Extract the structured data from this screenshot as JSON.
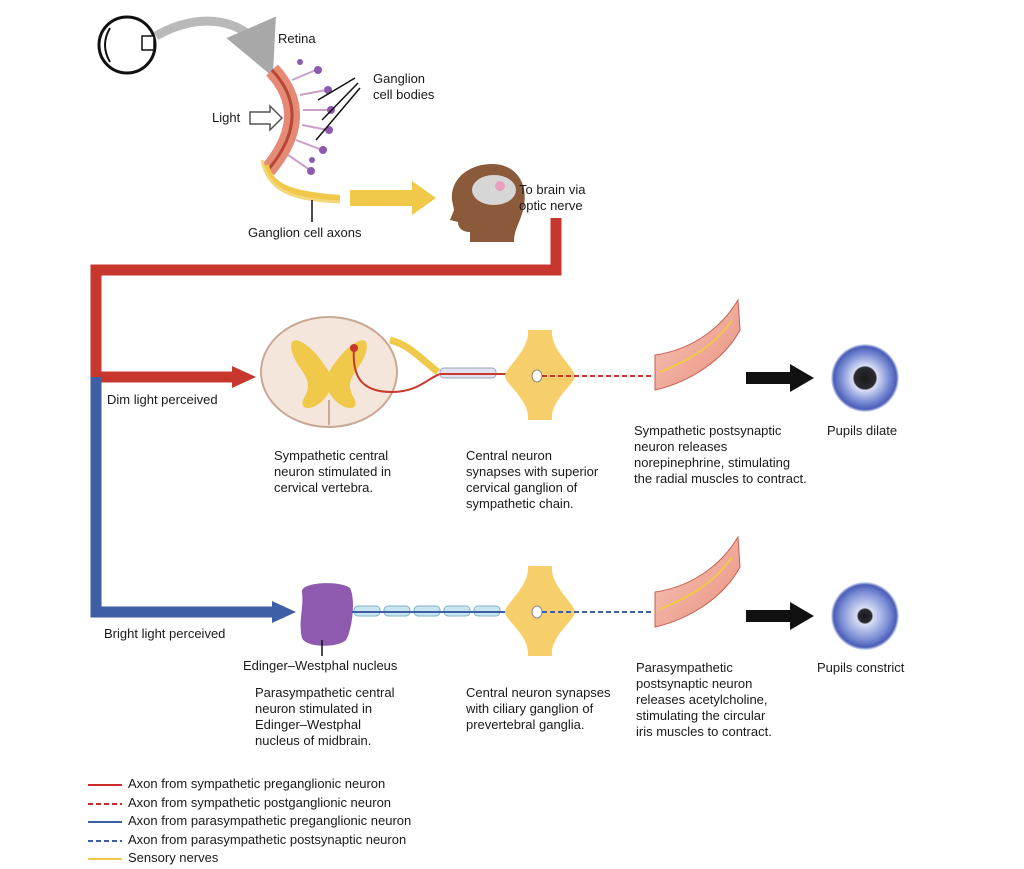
{
  "labels": {
    "retina": "Retina",
    "ganglion_cell_bodies": "Ganglion\ncell bodies",
    "light": "Light",
    "ganglion_cell_axons": "Ganglion cell axons",
    "to_brain": "To brain via\noptic nerve",
    "dim_light": "Dim light perceived",
    "bright_light": "Bright light perceived",
    "sympathetic_central": "Sympathetic central\nneuron stimulated in\ncervical vertebra.",
    "central_superior": "Central neuron\nsynapses with superior\ncervical ganglion of\nsympathetic chain.",
    "sympathetic_post": "Sympathetic postsynaptic\nneuron releases\nnorepinephrine, stimulating\nthe radial muscles to contract.",
    "pupils_dilate": "Pupils dilate",
    "edinger_nucleus": "Edinger–Westphal nucleus",
    "parasym_central": "Parasympathetic central\nneuron stimulated in\nEdinger–Westphal\nnucleus of midbrain.",
    "central_ciliary": "Central neuron synapses\nwith ciliary ganglion of\nprevertebral ganglia.",
    "parasym_post": "Parasympathetic\npostsynaptic neuron\nreleases acetylcholine,\nstimulating the circular\niris muscles to contract.",
    "pupils_constrict": "Pupils constrict"
  },
  "legend": [
    {
      "label": "Axon from sympathetic preganglionic neuron",
      "color": "#cc2b2b",
      "style": "solid"
    },
    {
      "label": "Axon from sympathetic postganglionic neuron",
      "color": "#cc2b2b",
      "style": "dashed"
    },
    {
      "label": "Axon from parasympathetic preganglionic neuron",
      "color": "#3e5fa6",
      "style": "solid"
    },
    {
      "label": "Axon from parasympathetic postsynaptic neuron",
      "color": "#3e5fa6",
      "style": "dashed"
    },
    {
      "label": "Sensory nerves",
      "color": "#f0c84a",
      "style": "solid"
    }
  ],
  "colors": {
    "sympathetic": "#c8372d",
    "parasympathetic": "#3e5fa6",
    "sensory": "#f0c84a",
    "ganglion": "#f6cf6b",
    "nucleus": "#8e5ab0",
    "muscle": "#f3b4a6",
    "iris": "#5b6fc4"
  }
}
